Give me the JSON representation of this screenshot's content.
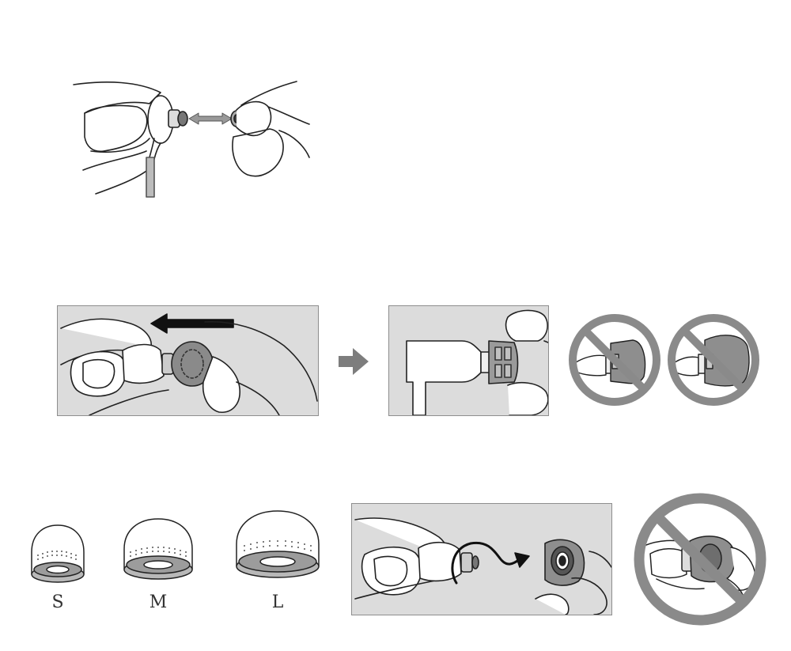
{
  "figure": {
    "steps": [
      {
        "id": "step1",
        "description_icons": [
          "hand-icon",
          "earbud-icon",
          "double-arrow-icon",
          "ear-tip-icon"
        ]
      },
      {
        "id": "step2",
        "description_icons": [
          "hand-icon",
          "earbud-icon",
          "left-arrow-icon",
          "ear-tip-icon"
        ]
      },
      {
        "id": "step3",
        "description_icons": [
          "right-arrow-icon",
          "earbud-icon",
          "ear-tip-icon"
        ]
      },
      {
        "id": "step4",
        "description_icons": [
          "prohibited-icon",
          "ear-tip-icon"
        ]
      },
      {
        "id": "step5",
        "description_icons": [
          "hand-icon",
          "earbud-icon",
          "curved-arrow-icon",
          "ear-tip-icon"
        ]
      },
      {
        "id": "step6",
        "description_icons": [
          "prohibited-icon",
          "earbud-icon"
        ]
      }
    ],
    "sizes": [
      {
        "label": "S"
      },
      {
        "label": "M"
      },
      {
        "label": "L"
      }
    ],
    "colors": {
      "panel_bg": "#dcdcdc",
      "line": "#222222",
      "prohibit": "#8a8a8a",
      "tip_fill": "#9a9a9a"
    }
  }
}
